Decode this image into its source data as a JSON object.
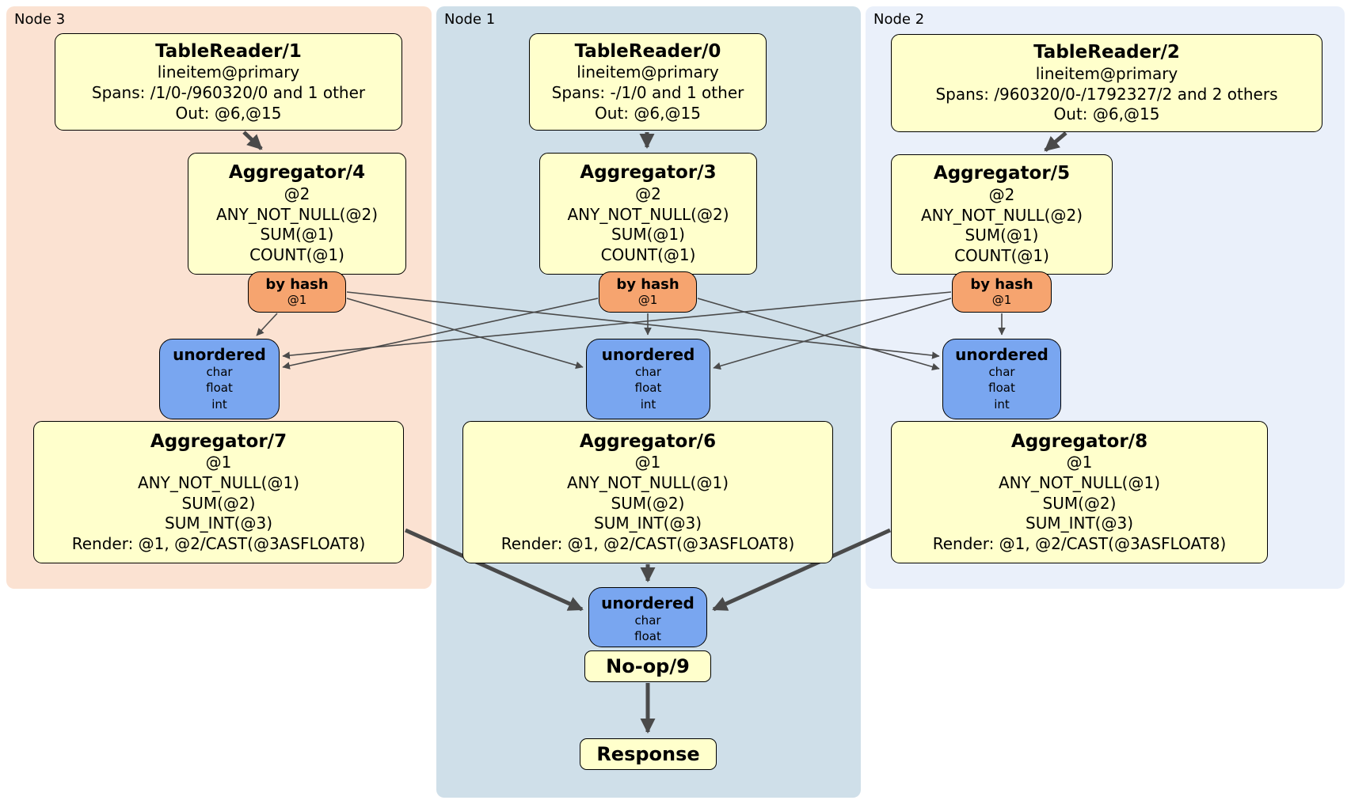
{
  "nodes": [
    {
      "label": "Node 3",
      "table_reader": {
        "title": "TableReader/1",
        "lines": [
          "lineitem@primary",
          "Spans: /1/0-/960320/0 and 1 other",
          "Out: @6,@15"
        ]
      },
      "aggregator_top": {
        "title": "Aggregator/4",
        "lines": [
          "@2",
          "ANY_NOT_NULL(@2)",
          "SUM(@1)",
          "COUNT(@1)"
        ]
      },
      "router": {
        "title": "by hash",
        "detail": "@1"
      },
      "sync": {
        "title": "unordered",
        "lines": [
          "char",
          "float",
          "int"
        ]
      },
      "aggregator_bottom": {
        "title": "Aggregator/7",
        "lines": [
          "@1",
          "ANY_NOT_NULL(@1)",
          "SUM(@2)",
          "SUM_INT(@3)",
          "Render: @1, @2/CAST(@3ASFLOAT8)"
        ]
      }
    },
    {
      "label": "Node 1",
      "table_reader": {
        "title": "TableReader/0",
        "lines": [
          "lineitem@primary",
          "Spans: -/1/0 and 1 other",
          "Out: @6,@15"
        ]
      },
      "aggregator_top": {
        "title": "Aggregator/3",
        "lines": [
          "@2",
          "ANY_NOT_NULL(@2)",
          "SUM(@1)",
          "COUNT(@1)"
        ]
      },
      "router": {
        "title": "by hash",
        "detail": "@1"
      },
      "sync": {
        "title": "unordered",
        "lines": [
          "char",
          "float",
          "int"
        ]
      },
      "aggregator_bottom": {
        "title": "Aggregator/6",
        "lines": [
          "@1",
          "ANY_NOT_NULL(@1)",
          "SUM(@2)",
          "SUM_INT(@3)",
          "Render: @1, @2/CAST(@3ASFLOAT8)"
        ]
      }
    },
    {
      "label": "Node 2",
      "table_reader": {
        "title": "TableReader/2",
        "lines": [
          "lineitem@primary",
          "Spans: /960320/0-/1792327/2 and 2 others",
          "Out: @6,@15"
        ]
      },
      "aggregator_top": {
        "title": "Aggregator/5",
        "lines": [
          "@2",
          "ANY_NOT_NULL(@2)",
          "SUM(@1)",
          "COUNT(@1)"
        ]
      },
      "router": {
        "title": "by hash",
        "detail": "@1"
      },
      "sync": {
        "title": "unordered",
        "lines": [
          "char",
          "float",
          "int"
        ]
      },
      "aggregator_bottom": {
        "title": "Aggregator/8",
        "lines": [
          "@1",
          "ANY_NOT_NULL(@1)",
          "SUM(@2)",
          "SUM_INT(@3)",
          "Render: @1, @2/CAST(@3ASFLOAT8)"
        ]
      }
    }
  ],
  "final_stage": {
    "sync": {
      "title": "unordered",
      "lines": [
        "char",
        "float"
      ]
    },
    "noop_label": "No-op/9",
    "response_label": "Response"
  },
  "colors": {
    "node3_bg": "#fbe2d2",
    "node1_bg": "#cfdfe9",
    "node2_bg": "#eaf0fa",
    "processor_bg": "#ffffcc",
    "router_bg": "#f6a46f",
    "sync_bg": "#79a6f0",
    "edge": "#4a4a4a"
  }
}
